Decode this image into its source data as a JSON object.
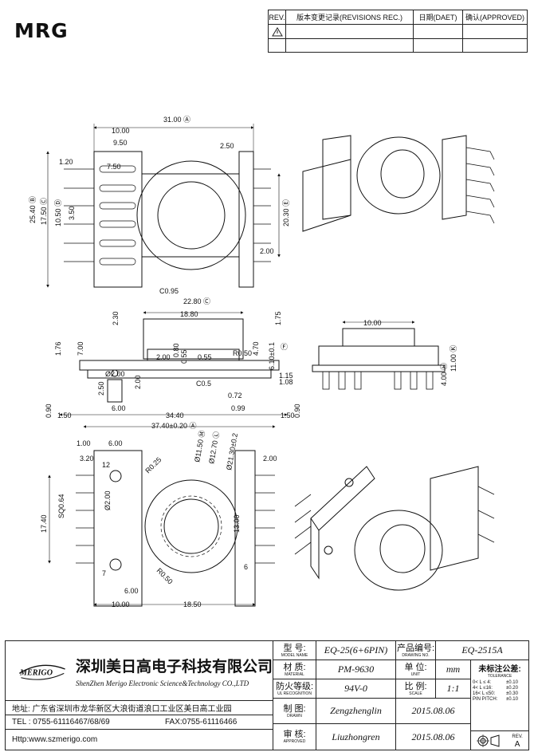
{
  "logo": {
    "text": "MRG"
  },
  "revision_table": {
    "headers": [
      "REV.",
      "版本变更记录(REVISIONS REC.)",
      "日期(DAET)",
      "确认(APPROVED)"
    ]
  },
  "drawing": {
    "top_view": {
      "dims": [
        "31.00 Ⓐ",
        "10.00",
        "9.50",
        "2.50",
        "1.20",
        "7.50",
        "25.40 Ⓑ",
        "17.50 Ⓒ",
        "10.50 Ⓓ",
        "3.50",
        "20.30 Ⓔ",
        "2.00",
        "C0.95"
      ]
    },
    "side_view": {
      "dims": [
        "22.80 Ⓒ",
        "18.80",
        "2.30",
        "1.75",
        "1.76",
        "7.00",
        "2.00",
        "0.80",
        "0.55",
        "0.55",
        "R0.50",
        "4.70",
        "6.10±0.1",
        "Ⓕ",
        "1.15",
        "1.08",
        "Ø2.00",
        "2.50",
        "2.00",
        "C0.5",
        "0.72",
        "6.00",
        "0.99",
        "0.90",
        "1.50",
        "34.40",
        "1.50",
        "0.90",
        "37.40±0.20 Ⓐ"
      ]
    },
    "end_view": {
      "dims": [
        "10.00",
        "11.00 Ⓚ",
        "4.00 Ⓗ"
      ]
    },
    "bottom_view": {
      "dims": [
        "1.00",
        "6.00",
        "3.20",
        "R0.25",
        "Ø11.50 Ⓜ",
        "Ø12.70 Ⓛ",
        "Ø21.30±0.2",
        "2.00",
        "12",
        "Ø2.00",
        "SQ0.64",
        "17.40",
        "13.00",
        "7",
        "6",
        "R0.50",
        "6.00",
        "10.00",
        "18.50"
      ]
    }
  },
  "title_block": {
    "company_cn": "深圳美日高电子科技有限公司",
    "company_en": "ShenZhen Merigo Electronic Science&Technology CO.,LTD",
    "logo_text": "MERIGO",
    "address": "地址: 广东省深圳市龙华新区大浪街道浪口工业区美日高工业园",
    "tel": "TEL : 0755-61116467/68/69",
    "fax": "FAX:0755-61116466",
    "http": "Http:www.szmerigo.com",
    "model_label": "型 号:",
    "model_sub": "MODEL NAME",
    "model_value": "EQ-25(6+6PIN)",
    "drawing_no_label": "产品编号:",
    "drawing_no_sub": "DRAWING NO.",
    "drawing_no_value": "EQ-2515A",
    "material_label": "材 质:",
    "material_sub": "MATERIAL",
    "material_value": "PM-9630",
    "unit_label": "单 位:",
    "unit_sub": "UNIT",
    "unit_value": "mm",
    "flame_label": "防火等级:",
    "flame_sub": "UL RECOGNITION",
    "flame_value": "94V-0",
    "scale_label": "比 例:",
    "scale_sub": "SCALE",
    "scale_value": "1:1",
    "drawn_label": "制 图:",
    "drawn_sub": "DRAWN",
    "drawn_name": "Zengzhenglin",
    "drawn_date": "2015.08.06",
    "approved_label": "审 核:",
    "approved_sub": "APPROVED",
    "approved_name": "Liuzhongren",
    "approved_date": "2015.08.06",
    "tolerance_title": "未标注公差:",
    "tolerance_sub": "TOLERANCE",
    "tolerances": [
      "0< L ≤ 4:",
      "±0.10",
      "4< L ≤16:",
      "±0.20",
      "16< L ≤50:",
      "±0.30",
      "PIN PITCH:",
      "±0.10"
    ],
    "sheet_rev_label": "REV.",
    "sheet_rev": "A"
  }
}
